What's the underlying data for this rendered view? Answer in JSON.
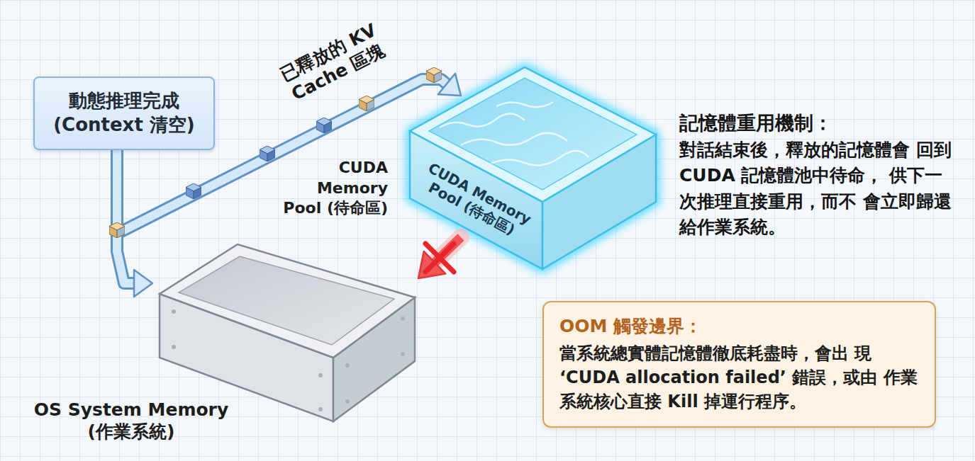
{
  "diagram": {
    "nodes": [
      {
        "text": [
          "動態推理完成 (Context 清空)"
        ]
      },
      {
        "text": [
          "CUDA Memory Pool (待命區)",
          "CUDA Memory Pool (待命區)"
        ]
      },
      {
        "text": [
          "OS System Memory (作業系統)"
        ]
      },
      {
        "text": [
          "OOM 觸發邊界：",
          "當系統總實體記憶體徹底耗盡時，會出 現 ‘CUDA allocation failed’ 錯誤，或由 作業系統核心直接 Kill 掉運行程序。"
        ]
      }
    ],
    "edges": [
      {
        "from": 0,
        "to": 1,
        "label": "已釋放的 KV Cache 區塊",
        "arrow": "to"
      },
      {
        "from": 0,
        "to": 2,
        "arrow": "to"
      },
      {
        "from": 1,
        "to": 2,
        "arrow": "to"
      }
    ],
    "labels": [
      "記憶體重用機制：",
      "對話結束後，釋放的記憶體會 回到 CUDA 記憶體池中待命， 供下一次推理直接重用，而不 會立即歸還給作業系統。"
    ]
  }
}
